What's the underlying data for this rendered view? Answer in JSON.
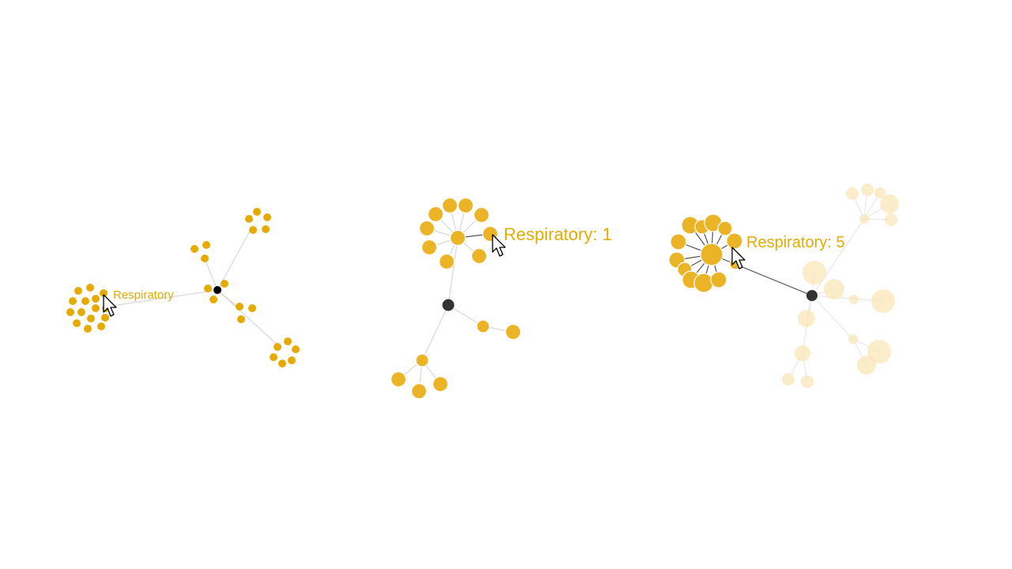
{
  "panels": [
    {
      "label": "Respiratory",
      "color": "#e6ab02"
    },
    {
      "label": "Respiratory: 1",
      "color": "#e6ab02"
    },
    {
      "label": "Respiratory: 5",
      "color": "#e6ab02"
    }
  ],
  "colors": {
    "node": "#e6ab02",
    "hub": "#333333",
    "link": "#d9d9d9",
    "faded": "#f9e6b8"
  },
  "icons": [
    "cursor-arrow-icon"
  ]
}
